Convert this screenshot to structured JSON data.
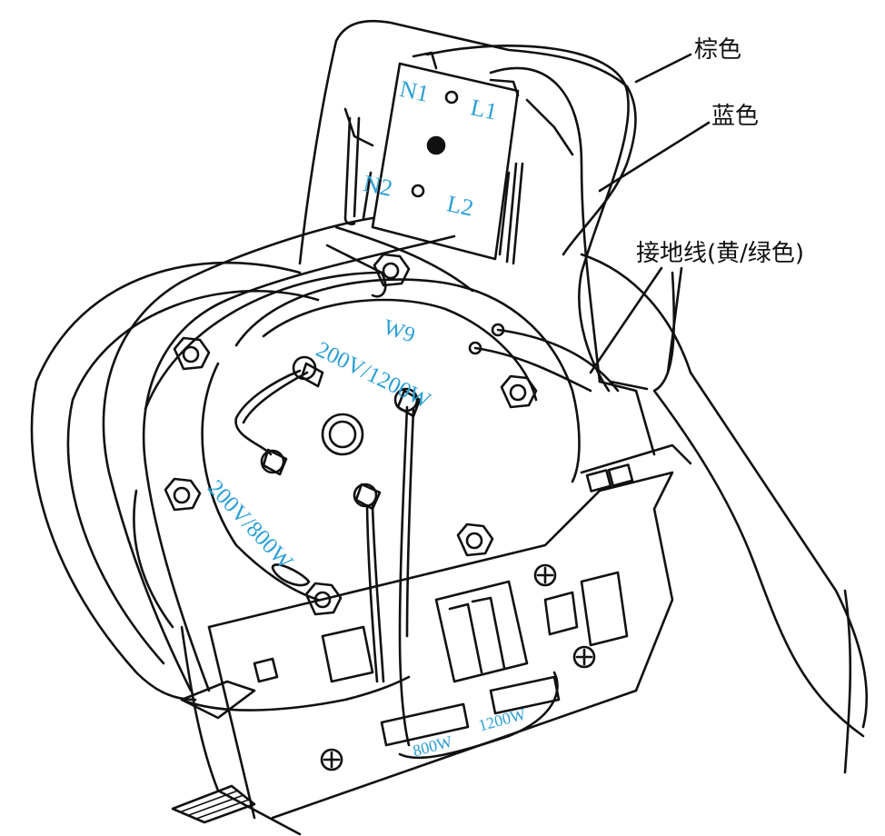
{
  "labels": {
    "n1": "N1",
    "l1": "L1",
    "n2": "N2",
    "l2": "L2",
    "brown": "棕色",
    "blue": "蓝色",
    "ground": "接地线(黄/绿色)",
    "w9": "W9",
    "power_1200": "200V/1200W",
    "power_800": "200V/800W",
    "switch_800": "800W",
    "switch_1200": "1200W"
  },
  "colors": {
    "label_blue": "#2a9fd6",
    "line": "#111111"
  }
}
